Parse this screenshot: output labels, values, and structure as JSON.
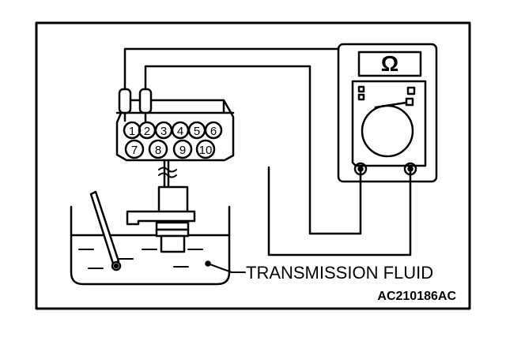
{
  "diagram": {
    "fluid_label": "TRANSMISSION FLUID",
    "figure_code": "AC210186AC",
    "meter_symbol": "Ω",
    "connector_pins": [
      "1",
      "2",
      "3",
      "4",
      "5",
      "6",
      "7",
      "8",
      "9",
      "10"
    ]
  }
}
